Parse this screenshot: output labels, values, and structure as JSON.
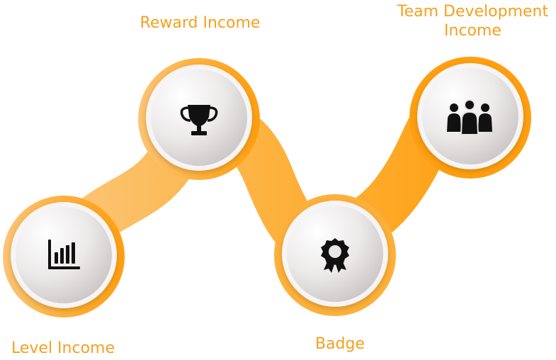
{
  "labels": {
    "reward": "Reward Income",
    "team": "Team Development Income",
    "level": "Level Income",
    "badge": "Badge"
  },
  "icons": {
    "level": "bar-chart-icon",
    "reward": "trophy-icon",
    "badge": "award-badge-icon",
    "team": "team-group-icon"
  },
  "colors": {
    "label": "#f5a01f",
    "band_light": "#fcc577",
    "band_dark": "#ff9f10",
    "icon": "#111111"
  }
}
